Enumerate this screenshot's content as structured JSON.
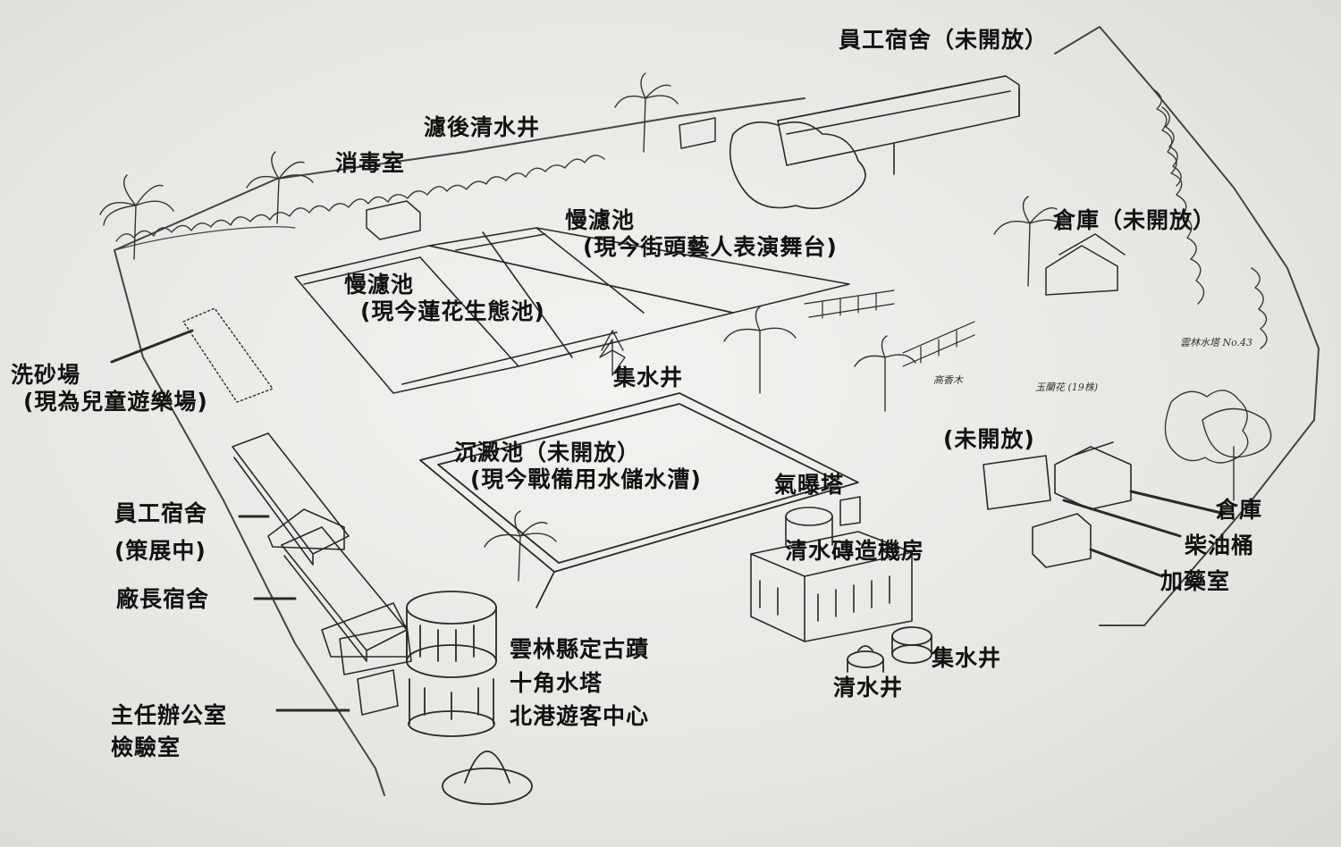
{
  "labels": {
    "dorm_top": "員工宿舍（未開放）",
    "clear_well": "濾後清水井",
    "disinfection": "消毒室",
    "slow_filter_1_name": "慢濾池",
    "slow_filter_1_note": "(現今街頭藝人表演舞台)",
    "slow_filter_2_name": "慢濾池",
    "slow_filter_2_note": "(現今蓮花生態池)",
    "warehouse_top": "倉庫（未開放）",
    "sand_wash_name": "洗砂場",
    "sand_wash_note": "(現為兒童遊樂場)",
    "collect_well_mid": "集水井",
    "closed": "(未開放)",
    "sedimentation_name": "沉澱池（未開放）",
    "sedimentation_note": "(現今戰備用水儲水漕)",
    "aeration_tower": "氣曝塔",
    "staff_dorm_name": "員工宿舍",
    "staff_dorm_note": "(策展中)",
    "director_dorm": "廠長宿舍",
    "brick_pump": "清水磚造機房",
    "warehouse_right": "倉庫",
    "diesel_tank": "柴油桶",
    "dosing_room": "加藥室",
    "water_tower_1": "雲林縣定古蹟",
    "water_tower_2": "十角水塔",
    "water_tower_3": "北港遊客中心",
    "collect_well_bottom": "集水井",
    "clean_well": "清水井",
    "office_1": "主任辦公室",
    "office_2": "檢驗室"
  },
  "handwritten": {
    "signature": "雲林水塔 No.43",
    "flower_note": "玉蘭花 (19株)",
    "small_note": "高香木"
  }
}
